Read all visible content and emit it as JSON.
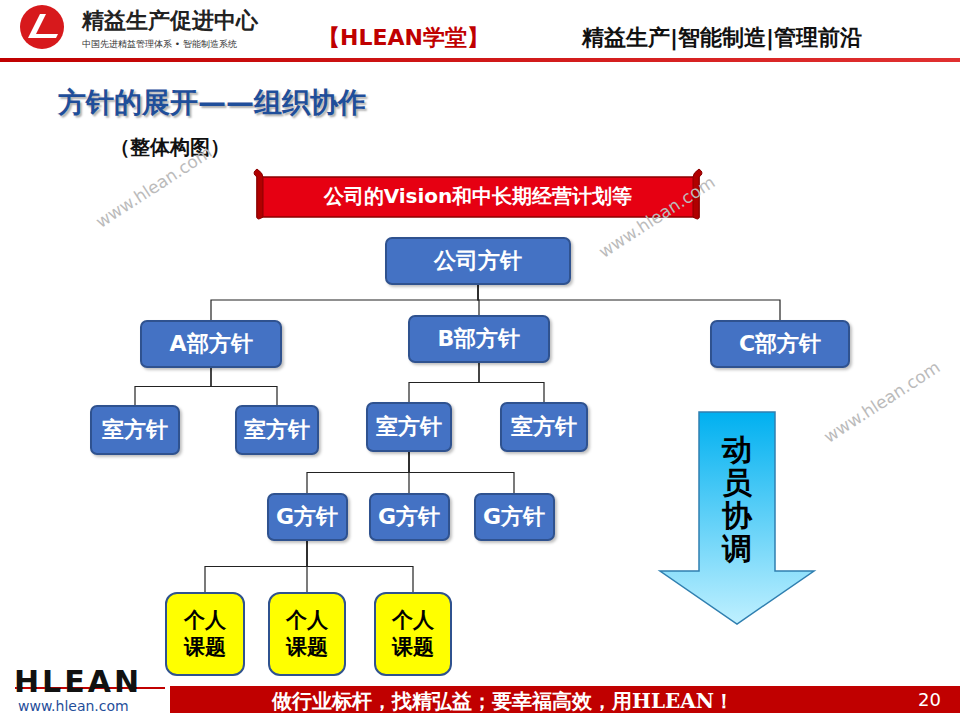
{
  "diagram": {
    "title": "方针的展开——组织协作",
    "nodes": [
      {
        "text": [
          "公司的Vision和中长期经营计划等"
        ]
      },
      {
        "text": [
          "公司方针"
        ]
      },
      {
        "text": [
          "A部方针"
        ]
      },
      {
        "text": [
          "B部方针"
        ]
      },
      {
        "text": [
          "C部方针"
        ]
      },
      {
        "text": [
          "室方针"
        ]
      },
      {
        "text": [
          "室方针"
        ]
      },
      {
        "text": [
          "室方针"
        ]
      },
      {
        "text": [
          "室方针"
        ]
      },
      {
        "text": [
          "G方针"
        ]
      },
      {
        "text": [
          "G方针"
        ]
      },
      {
        "text": [
          "G方针"
        ]
      },
      {
        "text": [
          "个人 课题"
        ]
      },
      {
        "text": [
          "个人 课题"
        ]
      },
      {
        "text": [
          "个人 课题"
        ]
      },
      {
        "text": [
          "动员协调"
        ]
      }
    ],
    "edges": [
      {
        "from": 1,
        "to": 2,
        "arrow": "none"
      },
      {
        "from": 1,
        "to": 3,
        "arrow": "none"
      },
      {
        "from": 1,
        "to": 4,
        "arrow": "none"
      },
      {
        "from": 2,
        "to": 5,
        "arrow": "none"
      },
      {
        "from": 2,
        "to": 6,
        "arrow": "none"
      },
      {
        "from": 3,
        "to": 7,
        "arrow": "none"
      },
      {
        "from": 3,
        "to": 8,
        "arrow": "none"
      },
      {
        "from": 7,
        "to": 9,
        "arrow": "none"
      },
      {
        "from": 7,
        "to": 10,
        "arrow": "none"
      },
      {
        "from": 7,
        "to": 11,
        "arrow": "none"
      },
      {
        "from": 9,
        "to": 12,
        "arrow": "none"
      },
      {
        "from": 9,
        "to": 13,
        "arrow": "none"
      },
      {
        "from": 9,
        "to": 14,
        "arrow": "none"
      }
    ],
    "labels": [
      "精益生产促进中心",
      "中国先进精益管理体系 • 智能制造系统",
      "【HLEAN学堂】",
      "精益生产|智能制造|管理前沿",
      "（整体构图）",
      "www.hlean.com",
      "www.hlean.com",
      "www.hlean.com",
      "HLEAN",
      "www.hlean.com",
      "做行业标杆，找精弘益；要幸福高效，用HLEAN！",
      "20"
    ]
  }
}
